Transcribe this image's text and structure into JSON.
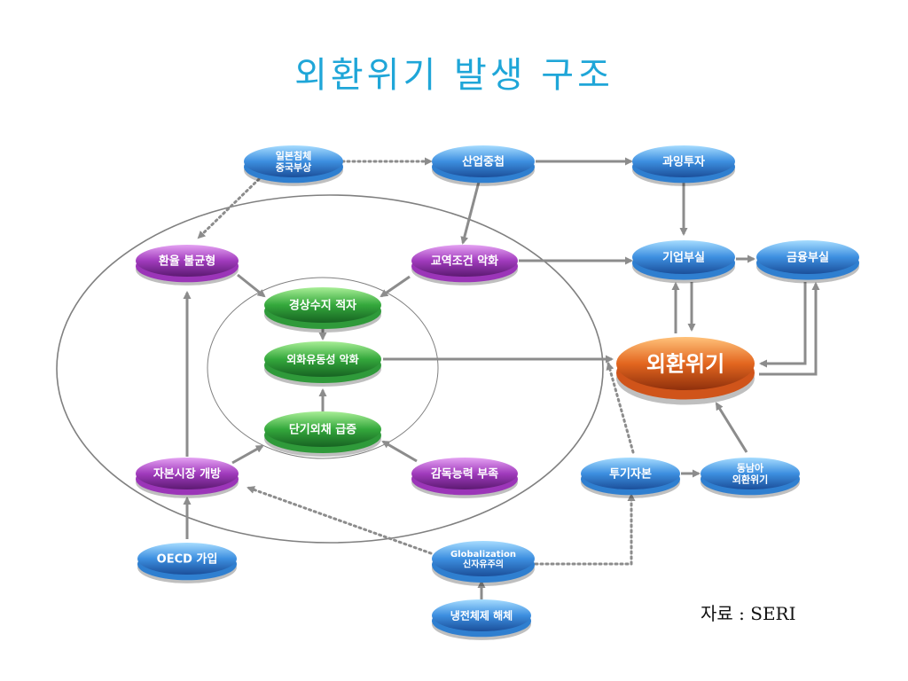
{
  "title": "외환위기 발생 구조",
  "source": "자료 : SERI",
  "colors": {
    "blue": "#2f7fd0",
    "purple": "#9b35b8",
    "green": "#2f9a3a",
    "orange": "#d0541a",
    "arrow": "#8c8c8c"
  },
  "nodes": {
    "japan_china": [
      "일본침체",
      "중국부상"
    ],
    "industry_overlap": [
      "산업중첩"
    ],
    "over_investment": [
      "과잉투자"
    ],
    "fx_imbalance": [
      "환율 불균형"
    ],
    "terms_of_trade": [
      "교역조건 악화"
    ],
    "corporate_insolvency": [
      "기업부실"
    ],
    "financial_insolvency": [
      "금융부실"
    ],
    "current_account": [
      "경상수지 적자"
    ],
    "fx_liquidity": [
      "외화유동성 악화"
    ],
    "fx_crisis": [
      "외환위기"
    ],
    "short_term_debt": [
      "단기외채 급증"
    ],
    "capital_market": [
      "자본시장 개방"
    ],
    "supervision": [
      "감독능력 부족"
    ],
    "speculative_capital": [
      "투기자본"
    ],
    "sea_crisis": [
      "동남아",
      "외환위기"
    ],
    "oecd": [
      "OECD 가입"
    ],
    "globalization": [
      "Globalization",
      "신자유주의"
    ],
    "cold_war": [
      "냉전체제 해체"
    ]
  }
}
